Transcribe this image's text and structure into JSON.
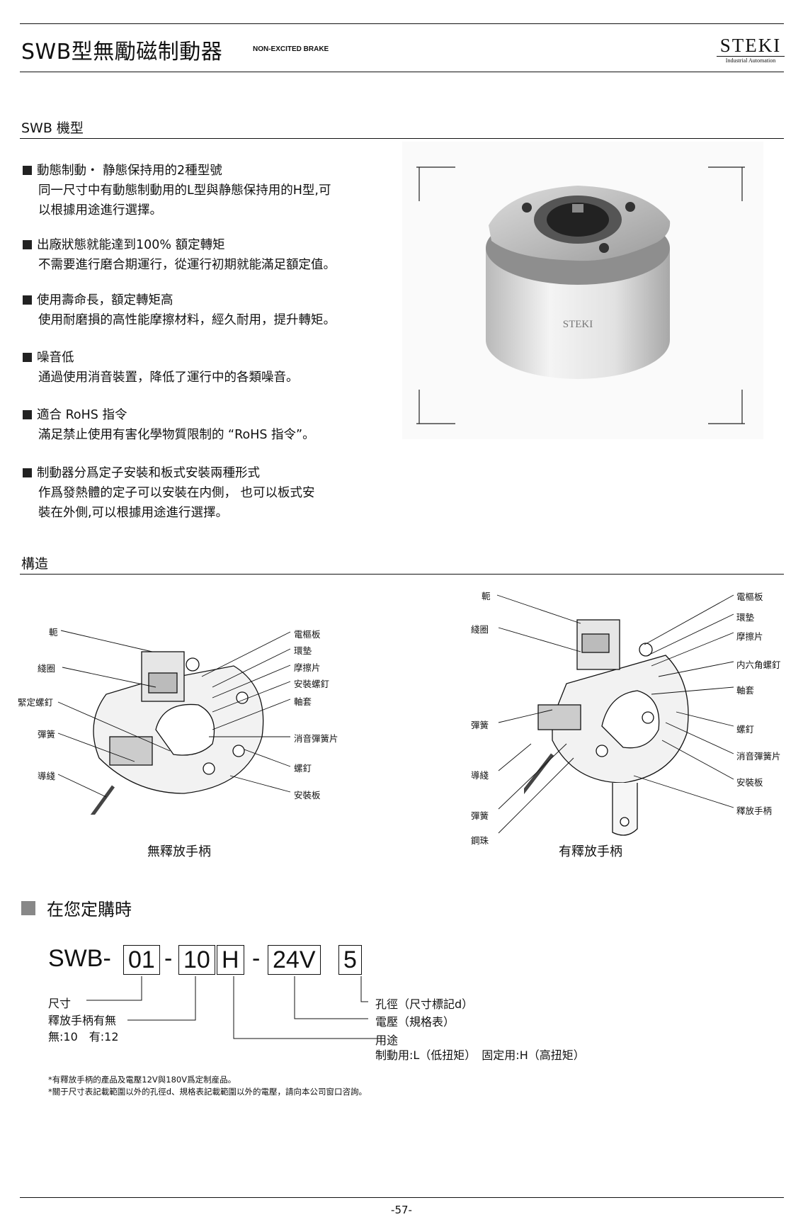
{
  "header": {
    "title": "SWB型無勵磁制動器",
    "subtitle": "NON-EXCITED BRAKE",
    "logo_main": "STEKI",
    "logo_sub": "Industrial Automation"
  },
  "section_model": {
    "title": "SWB 機型",
    "features": [
      {
        "head": "動態制動・ 静態保持用的2種型號",
        "body": "同一尺寸中有動態制動用的L型與静態保持用的H型,可\n以根據用途進行選擇。"
      },
      {
        "head": "出廠狀態就能達到100% 額定轉矩",
        "body": "不需要進行磨合期運行，從運行初期就能滿足額定值。"
      },
      {
        "head": "使用壽命長，額定轉矩高",
        "body": "使用耐磨損的高性能摩擦材料，經久耐用，提升轉矩。"
      },
      {
        "head": "噪音低",
        "body": "通過使用消音裝置，降低了運行中的各類噪音。"
      },
      {
        "head": "適合 RoHS 指令",
        "body": "滿足禁止使用有害化學物質限制的 “RoHS 指令”。"
      },
      {
        "head": "制動器分爲定子安裝和板式安裝兩種形式",
        "body": "作爲發熱體的定子可以安裝在内側， 也可以板式安\n裝在外側,可以根據用途進行選擇。"
      }
    ],
    "product_logo": "STEKI"
  },
  "section_structure": {
    "title": "構造",
    "left": {
      "caption": "無釋放手柄",
      "labels_left": [
        "軛",
        "綫圈",
        "緊定螺釘",
        "彈簧",
        "導綫"
      ],
      "labels_right": [
        "電樞板",
        "環墊",
        "摩擦片",
        "安裝螺釘",
        "軸套",
        "消音彈簧片",
        "螺釘",
        "安裝板"
      ]
    },
    "right": {
      "caption": "有釋放手柄",
      "labels_left": [
        "軛",
        "綫圈",
        "彈簧",
        "導綫",
        "彈簧",
        "鋼珠"
      ],
      "labels_right": [
        "電樞板",
        "環墊",
        "摩擦片",
        "内六角螺釘",
        "軸套",
        "螺釘",
        "消音彈簧片",
        "安裝板",
        "釋放手柄"
      ]
    }
  },
  "section_order": {
    "title": "在您定購時",
    "code_prefix": "SWB-",
    "code_size": "01",
    "code_dash1": "-",
    "code_handle": "10",
    "code_use": "H",
    "code_dash2": "-",
    "code_voltage": "24V",
    "code_bore": "5",
    "desc_size": "尺寸",
    "desc_handle": "釋放手柄有無",
    "desc_handle_opts": "無:10　有:12",
    "desc_bore": "孔徑（尺寸標記d）",
    "desc_voltage": "電壓（規格表）",
    "desc_use": "用途",
    "desc_use_opts": "制動用:L（低扭矩）　固定用:H（高扭矩）"
  },
  "notes": [
    "*有釋放手柄的產品及電壓12V與180V爲定制産品。",
    "*關于尺寸表記載範圍以外的孔徑d、規格表記載範圍以外的電壓，請向本公司窗口咨詢。"
  ],
  "footer": {
    "page": "-57-"
  }
}
